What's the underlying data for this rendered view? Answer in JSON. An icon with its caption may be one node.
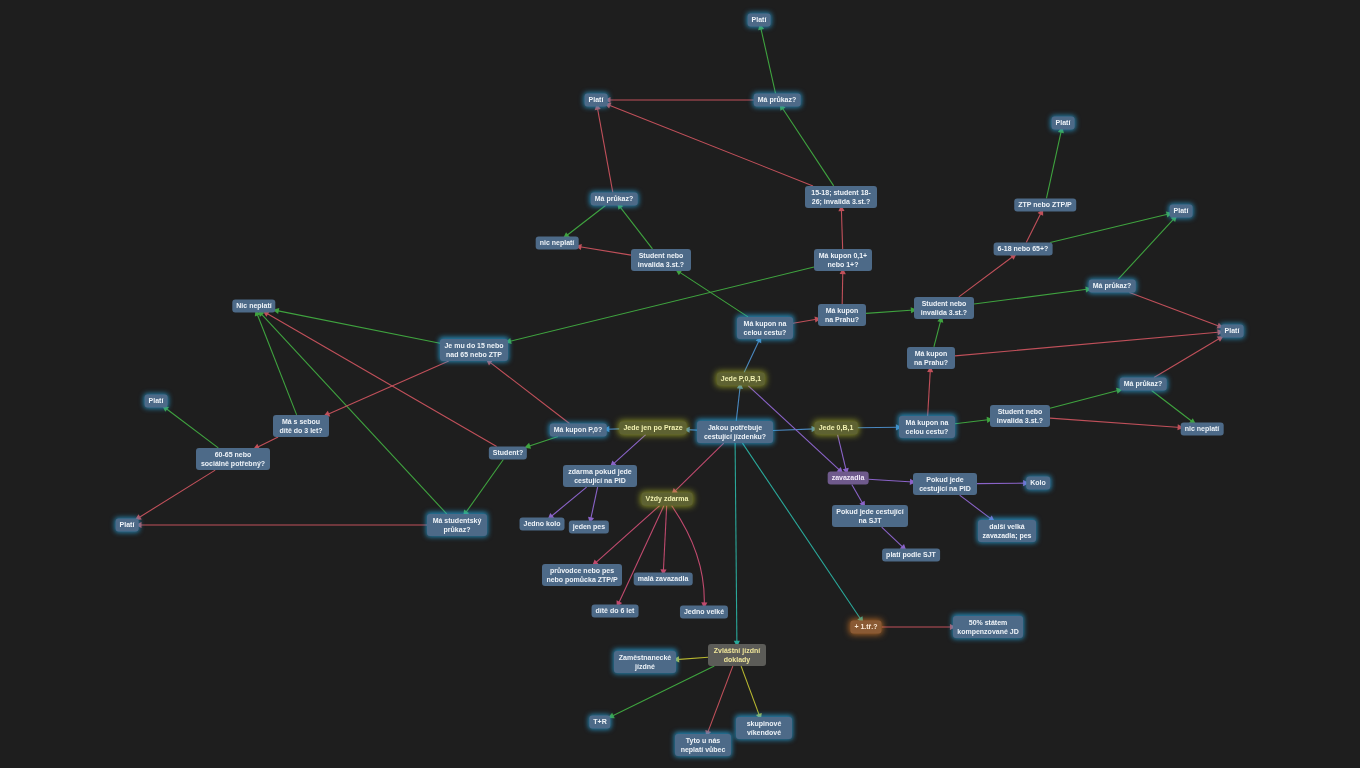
{
  "diagram": {
    "nodes": [
      {
        "text": [
          "Jakou potřebuje cestující jízdenku?"
        ]
      },
      {
        "text": [
          "Jede P,0,B,1"
        ]
      },
      {
        "text": [
          "Jede jen po Praze"
        ]
      },
      {
        "text": [
          "Jede 0,B,1"
        ]
      },
      {
        "text": [
          "Vždy zdarma"
        ]
      },
      {
        "text": [
          "zavazadla"
        ]
      },
      {
        "text": [
          "+ 1.tř.?"
        ]
      },
      {
        "text": [
          "Zvláštní jízdní doklady"
        ]
      },
      {
        "text": [
          "Má kupon na celou cestu?"
        ]
      },
      {
        "text": [
          "Má kupon na Prahu?"
        ]
      },
      {
        "text": [
          "Má kupon 0,1+ nebo 1+?"
        ]
      },
      {
        "text": [
          "15-18; student 18-26; invalida 3.st.?"
        ]
      },
      {
        "text": [
          "Má průkaz?"
        ]
      },
      {
        "text": [
          "Platí"
        ]
      },
      {
        "text": [
          "Platí"
        ]
      },
      {
        "text": [
          "Má průkaz?"
        ]
      },
      {
        "text": [
          "Student nebo invalida 3.st.?"
        ]
      },
      {
        "text": [
          "nic neplatí"
        ]
      },
      {
        "text": [
          "Je mu do 15 nebo nad 65 nebo ZTP"
        ]
      },
      {
        "text": [
          "Nic neplatí"
        ]
      },
      {
        "text": [
          "Má kupon P,0?"
        ]
      },
      {
        "text": [
          "Student?"
        ]
      },
      {
        "text": [
          "Má studentský průkaz?"
        ]
      },
      {
        "text": [
          "Platí"
        ]
      },
      {
        "text": [
          "60-65 nebo sociálně potřebný?"
        ]
      },
      {
        "text": [
          "Platí"
        ]
      },
      {
        "text": [
          "Má s sebou dítě do 3 let?"
        ]
      },
      {
        "text": [
          "zdarma pokud jede cestující na PID"
        ]
      },
      {
        "text": [
          "Jedno kolo"
        ]
      },
      {
        "text": [
          "jeden pes"
        ]
      },
      {
        "text": [
          "průvodce nebo pes nebo pomůcka ZTP/P"
        ]
      },
      {
        "text": [
          "malá zavazadla"
        ]
      },
      {
        "text": [
          "dítě do 6 let"
        ]
      },
      {
        "text": [
          "Jedno velké"
        ]
      },
      {
        "text": [
          "Má kupon na celou cestu?"
        ]
      },
      {
        "text": [
          "Má kupon na Prahu?"
        ]
      },
      {
        "text": [
          "Student nebo invalida 3.st.?"
        ]
      },
      {
        "text": [
          "6-18 nebo 65+?"
        ]
      },
      {
        "text": [
          "ZTP nebo ZTP/P"
        ]
      },
      {
        "text": [
          "Platí"
        ]
      },
      {
        "text": [
          "Platí"
        ]
      },
      {
        "text": [
          "Má průkaz?"
        ]
      },
      {
        "text": [
          "Platí"
        ]
      },
      {
        "text": [
          "Student nebo invalida 3.st.?"
        ]
      },
      {
        "text": [
          "Má průkaz?"
        ]
      },
      {
        "text": [
          "nic neplatí"
        ]
      },
      {
        "text": [
          "Pokud jede cestující na PID"
        ]
      },
      {
        "text": [
          "Kolo"
        ]
      },
      {
        "text": [
          "další velká zavazadla; pes"
        ]
      },
      {
        "text": [
          "Pokud jede cestující na SJT"
        ]
      },
      {
        "text": [
          "platí podle SJT"
        ]
      },
      {
        "text": [
          "50% státem kompenzované JD"
        ]
      },
      {
        "text": [
          "Zaměstnanecké jízdné"
        ]
      },
      {
        "text": [
          "T+R"
        ]
      },
      {
        "text": [
          "Tyto u nás neplatí vůbec"
        ]
      },
      {
        "text": [
          "skupinové víkendové"
        ]
      }
    ],
    "edges": [
      {
        "from": 0,
        "to": 1,
        "arrow": "to",
        "color": "#4a88c0"
      },
      {
        "from": 1,
        "to": 8,
        "arrow": "to",
        "color": "#4a88c0"
      },
      {
        "from": 0,
        "to": 2,
        "arrow": "to",
        "color": "#4a88c0"
      },
      {
        "from": 2,
        "to": 20,
        "arrow": "to",
        "color": "#4a88c0"
      },
      {
        "from": 0,
        "to": 3,
        "arrow": "to",
        "color": "#4a88c0"
      },
      {
        "from": 3,
        "to": 34,
        "arrow": "to",
        "color": "#4a88c0"
      },
      {
        "from": 0,
        "to": 4,
        "arrow": "to",
        "color": "#c04a6e"
      },
      {
        "from": 0,
        "to": 7,
        "arrow": "to",
        "color": "#2aa89a"
      },
      {
        "from": 0,
        "to": 6,
        "arrow": "to",
        "color": "#2aa89a"
      },
      {
        "from": 1,
        "to": 5,
        "arrow": "to",
        "color": "#8a63c8"
      },
      {
        "from": 3,
        "to": 5,
        "arrow": "to",
        "color": "#8a63c8"
      },
      {
        "from": 2,
        "to": 27,
        "arrow": "to",
        "color": "#8a63c8"
      },
      {
        "from": 27,
        "to": 28,
        "arrow": "to",
        "color": "#8a63c8"
      },
      {
        "from": 27,
        "to": 29,
        "arrow": "to",
        "color": "#8a63c8"
      },
      {
        "from": 5,
        "to": 46,
        "arrow": "to",
        "color": "#8a63c8"
      },
      {
        "from": 46,
        "to": 47,
        "arrow": "to",
        "color": "#8a63c8"
      },
      {
        "from": 46,
        "to": 48,
        "arrow": "to",
        "color": "#8a63c8"
      },
      {
        "from": 5,
        "to": 49,
        "arrow": "to",
        "color": "#8a63c8"
      },
      {
        "from": 49,
        "to": 50,
        "arrow": "to",
        "color": "#8a63c8"
      },
      {
        "from": 4,
        "to": 30,
        "arrow": "to",
        "color": "#c04a6e"
      },
      {
        "from": 4,
        "to": 32,
        "arrow": "to",
        "color": "#c04a6e"
      },
      {
        "from": 4,
        "to": 31,
        "arrow": "to",
        "color": "#c04a6e"
      },
      {
        "from": 4,
        "to": 33,
        "arrow": "to",
        "color": "#c04a6e"
      },
      {
        "from": 6,
        "to": 51,
        "arrow": "to",
        "color": "#c0505a"
      },
      {
        "from": 7,
        "to": 52,
        "arrow": "to",
        "color": "#b8b830"
      },
      {
        "from": 7,
        "to": 53,
        "arrow": "to",
        "color": "#3fa33f"
      },
      {
        "from": 7,
        "to": 54,
        "arrow": "to",
        "color": "#c0505a"
      },
      {
        "from": 7,
        "to": 55,
        "arrow": "to",
        "color": "#b8b830"
      },
      {
        "from": 20,
        "to": 18,
        "arrow": "to",
        "color": "#c0505a"
      },
      {
        "from": 20,
        "to": 21,
        "arrow": "to",
        "color": "#3fa33f"
      },
      {
        "from": 21,
        "to": 22,
        "arrow": "to",
        "color": "#3fa33f"
      },
      {
        "from": 21,
        "to": 19,
        "arrow": "to",
        "color": "#c0505a"
      },
      {
        "from": 22,
        "to": 19,
        "arrow": "to",
        "color": "#3fa33f"
      },
      {
        "from": 22,
        "to": 23,
        "arrow": "to",
        "color": "#c0505a"
      },
      {
        "from": 18,
        "to": 19,
        "arrow": "to",
        "color": "#3fa33f"
      },
      {
        "from": 18,
        "to": 26,
        "arrow": "to",
        "color": "#c0505a"
      },
      {
        "from": 26,
        "to": 19,
        "arrow": "to",
        "color": "#3fa33f"
      },
      {
        "from": 26,
        "to": 24,
        "arrow": "to",
        "color": "#c0505a"
      },
      {
        "from": 24,
        "to": 25,
        "arrow": "to",
        "color": "#3fa33f"
      },
      {
        "from": 24,
        "to": 23,
        "arrow": "to",
        "color": "#c0505a"
      },
      {
        "from": 10,
        "to": 18,
        "arrow": "to",
        "color": "#3fa33f"
      },
      {
        "from": 8,
        "to": 9,
        "arrow": "to",
        "color": "#c0505a"
      },
      {
        "from": 8,
        "to": 16,
        "arrow": "to",
        "color": "#3fa33f"
      },
      {
        "from": 9,
        "to": 10,
        "arrow": "to",
        "color": "#c0505a"
      },
      {
        "from": 9,
        "to": 36,
        "arrow": "to",
        "color": "#3fa33f"
      },
      {
        "from": 10,
        "to": 11,
        "arrow": "to",
        "color": "#c0505a"
      },
      {
        "from": 11,
        "to": 12,
        "arrow": "to",
        "color": "#3fa33f"
      },
      {
        "from": 11,
        "to": 14,
        "arrow": "to",
        "color": "#c0505a"
      },
      {
        "from": 12,
        "to": 13,
        "arrow": "to",
        "color": "#3fa33f"
      },
      {
        "from": 12,
        "to": 14,
        "arrow": "to",
        "color": "#c0505a"
      },
      {
        "from": 16,
        "to": 15,
        "arrow": "to",
        "color": "#3fa33f"
      },
      {
        "from": 16,
        "to": 17,
        "arrow": "to",
        "color": "#c0505a"
      },
      {
        "from": 15,
        "to": 14,
        "arrow": "to",
        "color": "#c0505a"
      },
      {
        "from": 15,
        "to": 17,
        "arrow": "to",
        "color": "#3fa33f"
      },
      {
        "from": 34,
        "to": 43,
        "arrow": "to",
        "color": "#3fa33f"
      },
      {
        "from": 34,
        "to": 35,
        "arrow": "to",
        "color": "#c0505a"
      },
      {
        "from": 35,
        "to": 36,
        "arrow": "to",
        "color": "#3fa33f"
      },
      {
        "from": 35,
        "to": 42,
        "arrow": "to",
        "color": "#c0505a"
      },
      {
        "from": 36,
        "to": 41,
        "arrow": "to",
        "color": "#3fa33f"
      },
      {
        "from": 36,
        "to": 37,
        "arrow": "to",
        "color": "#c0505a"
      },
      {
        "from": 37,
        "to": 38,
        "arrow": "to",
        "color": "#c0505a"
      },
      {
        "from": 37,
        "to": 40,
        "arrow": "to",
        "color": "#3fa33f"
      },
      {
        "from": 38,
        "to": 39,
        "arrow": "to",
        "color": "#3fa33f"
      },
      {
        "from": 41,
        "to": 40,
        "arrow": "to",
        "color": "#3fa33f"
      },
      {
        "from": 41,
        "to": 42,
        "arrow": "to",
        "color": "#c0505a"
      },
      {
        "from": 43,
        "to": 44,
        "arrow": "to",
        "color": "#3fa33f"
      },
      {
        "from": 43,
        "to": 45,
        "arrow": "to",
        "color": "#c0505a"
      },
      {
        "from": 44,
        "to": 42,
        "arrow": "to",
        "color": "#c0505a"
      },
      {
        "from": 44,
        "to": 45,
        "arrow": "to",
        "color": "#3fa33f"
      }
    ]
  }
}
